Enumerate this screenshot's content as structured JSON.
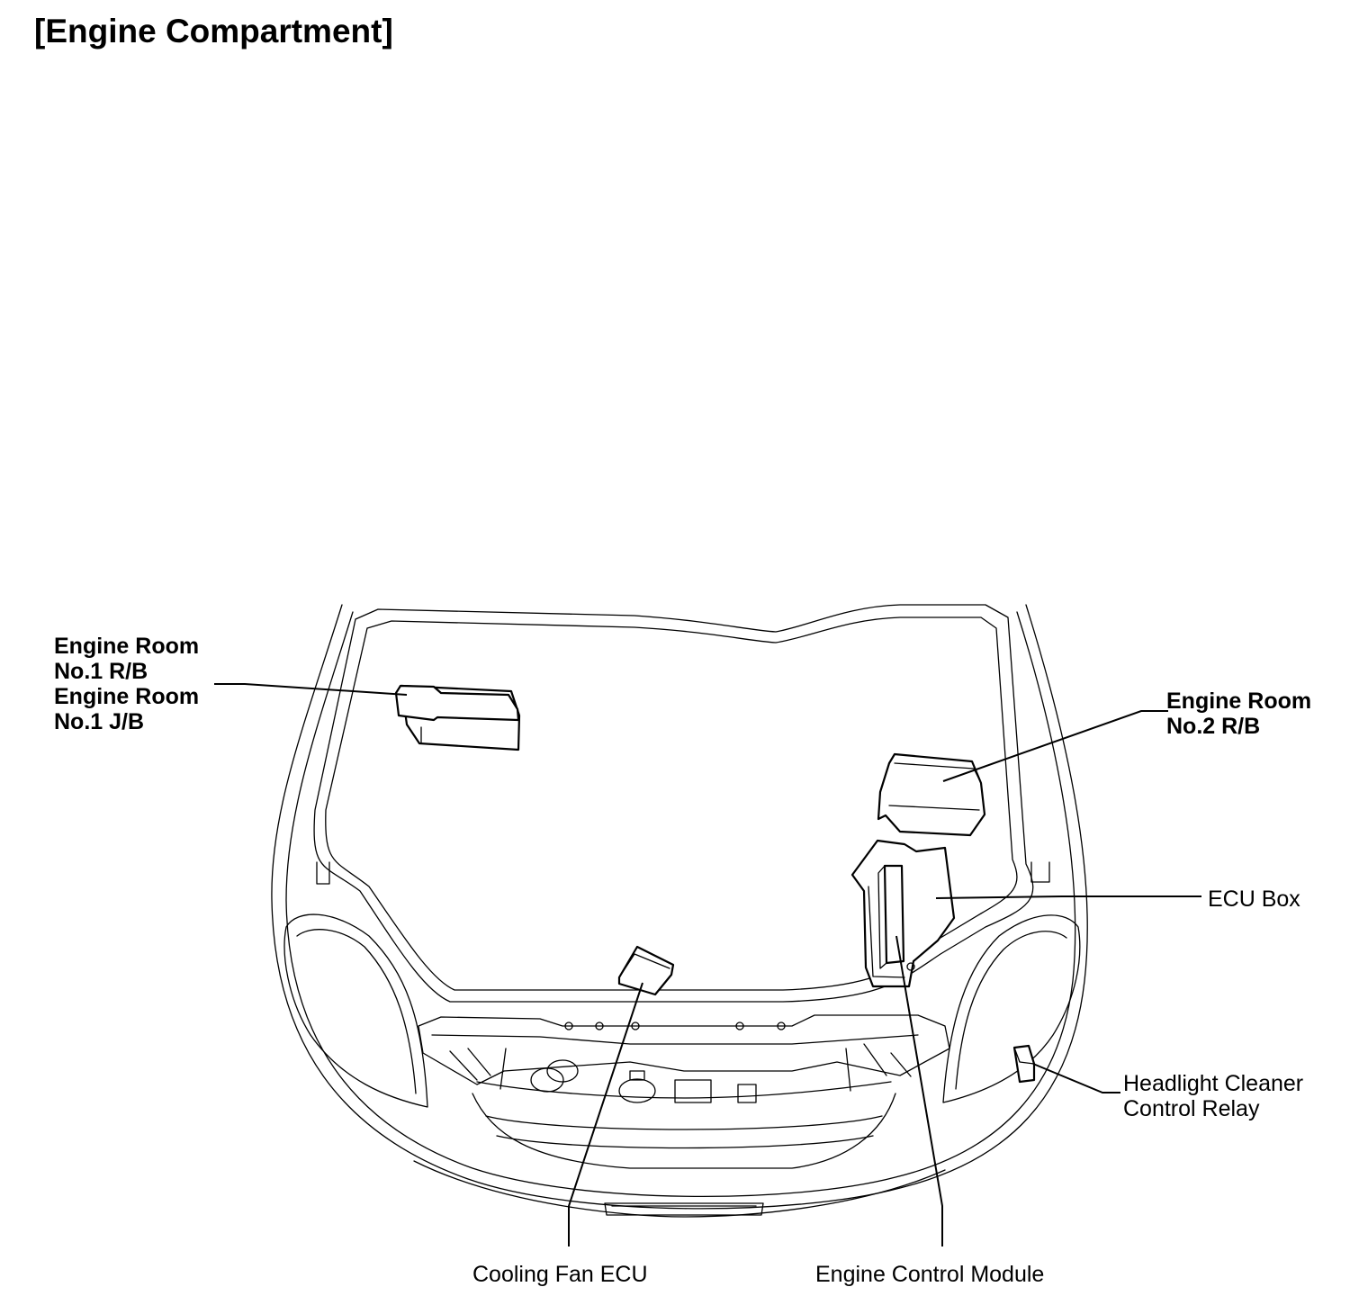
{
  "title": "[Engine Compartment]",
  "labels": {
    "engine_room_no1_rb": [
      "Engine Room",
      "No.1 R/B"
    ],
    "engine_room_no1_jb": [
      "Engine Room",
      "No.1 J/B"
    ],
    "engine_room_no2_rb": [
      "Engine Room",
      "No.2 R/B"
    ],
    "ecu_box": [
      "ECU Box"
    ],
    "headlight_cleaner_relay": [
      "Headlight Cleaner",
      "Control Relay"
    ],
    "cooling_fan_ecu": [
      "Cooling Fan ECU"
    ],
    "engine_control_module": [
      "Engine Control Module"
    ]
  }
}
